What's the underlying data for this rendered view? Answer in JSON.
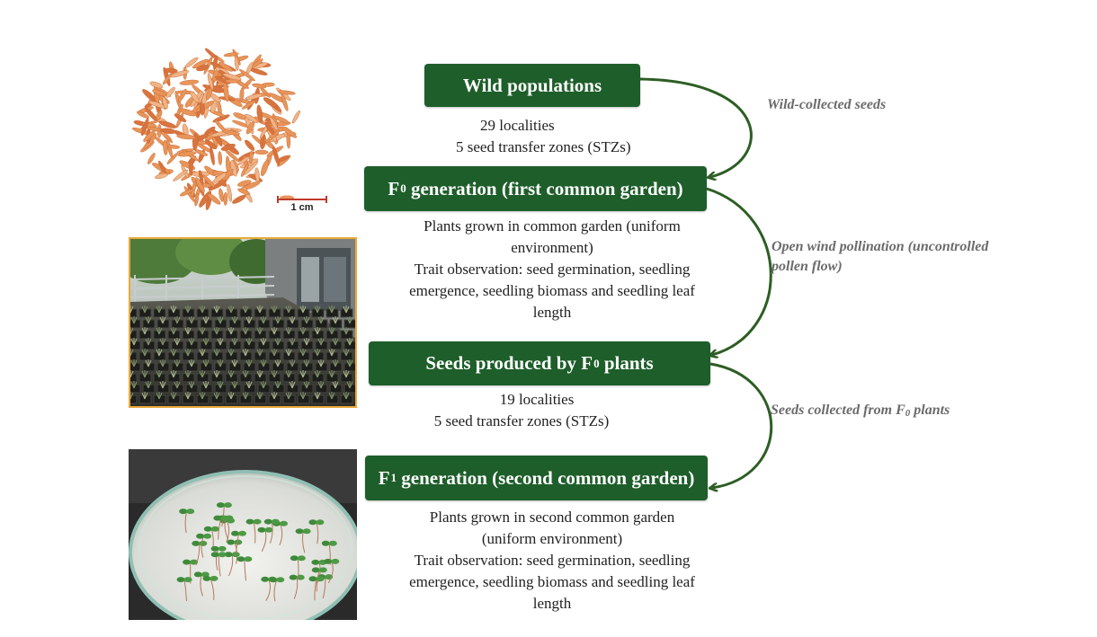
{
  "boxes": {
    "wild": {
      "label": "Wild populations"
    },
    "f0": {
      "prefix": "F",
      "sub": "0",
      "label": " generation (first common garden)"
    },
    "seeds_f0": {
      "label": "Seeds produced by F",
      "sub": "0",
      "suffix": " plants"
    },
    "f1": {
      "prefix": "F",
      "sub": "1",
      "label": " generation (second common garden)"
    }
  },
  "descriptions": {
    "wild": [
      "29 localities",
      "5 seed transfer zones (STZs)"
    ],
    "f0": [
      "Plants grown in common garden (uniform",
      "environment)",
      "Trait observation: seed germination, seedling",
      "emergence, seedling biomass and  seedling leaf",
      "length"
    ],
    "seeds_f0": [
      "19 localities",
      "5 seed transfer zones (STZs)"
    ],
    "f1": [
      "Plants grown in second common garden",
      "(uniform environment)",
      "Trait observation: seed germination, seedling",
      "emergence, seedling biomass and  seedling leaf",
      "length"
    ]
  },
  "arrow_notes": {
    "wild_collected": "Wild-collected seeds",
    "open_pollination_1": "Open wind pollination (uncontrolled",
    "open_pollination_2": "pollen flow)",
    "seeds_collected_prefix": "Seeds collected from F",
    "seeds_collected_sub": "0",
    "seeds_collected_suffix": " plants"
  },
  "scale_bar": {
    "label": "1 cm"
  },
  "colors": {
    "box_green": "#1e5e2a",
    "arrow_green": "#2d5e24",
    "note_gray": "#6b6b6b",
    "garden_frame": "#e8a93a"
  },
  "images": {
    "seeds": "seed-photo",
    "garden": "common-garden-photo",
    "petri": "petri-dish-photo"
  }
}
